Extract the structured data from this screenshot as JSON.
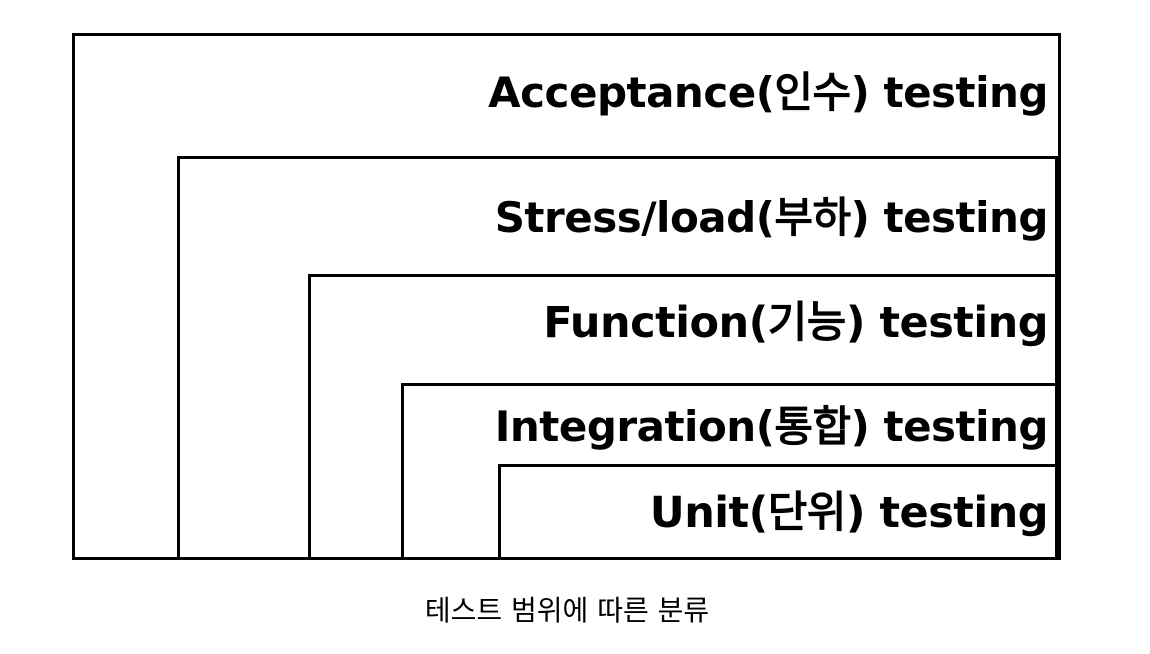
{
  "diagram": {
    "levels": [
      {
        "label": "Acceptance(인수) testing"
      },
      {
        "label": "Stress/load(부하) testing"
      },
      {
        "label": "Function(기능) testing"
      },
      {
        "label": "Integration(통합) testing"
      },
      {
        "label": "Unit(단위) testing"
      }
    ],
    "caption": "테스트 범위에 따른 분류",
    "colors": {
      "line": "#000000",
      "background": "#ffffff",
      "text": "#000000"
    }
  }
}
